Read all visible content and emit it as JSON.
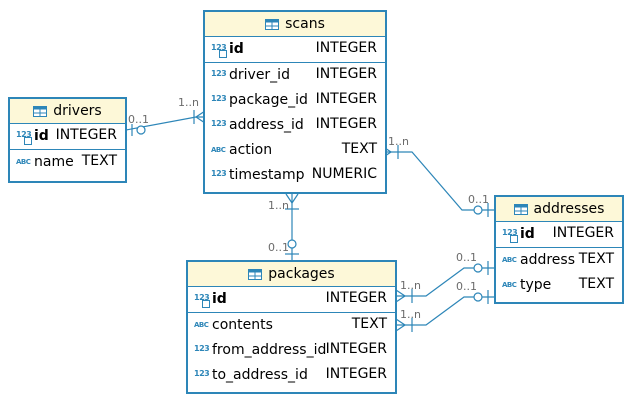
{
  "entities": {
    "scans": {
      "title": "scans",
      "pk": {
        "icon": "numeric-key-icon",
        "name": "id",
        "type": "INTEGER"
      },
      "columns": [
        {
          "icon": "numeric-icon",
          "name": "driver_id",
          "type": "INTEGER"
        },
        {
          "icon": "numeric-icon",
          "name": "package_id",
          "type": "INTEGER"
        },
        {
          "icon": "numeric-icon",
          "name": "address_id",
          "type": "INTEGER"
        },
        {
          "icon": "text-icon",
          "name": "action",
          "type": "TEXT"
        },
        {
          "icon": "numeric-icon",
          "name": "timestamp",
          "type": "NUMERIC"
        }
      ]
    },
    "drivers": {
      "title": "drivers",
      "pk": {
        "icon": "numeric-key-icon",
        "name": "id",
        "type": "INTEGER"
      },
      "columns": [
        {
          "icon": "text-icon",
          "name": "name",
          "type": "TEXT"
        }
      ]
    },
    "addresses": {
      "title": "addresses",
      "pk": {
        "icon": "numeric-key-icon",
        "name": "id",
        "type": "INTEGER"
      },
      "columns": [
        {
          "icon": "text-icon",
          "name": "address",
          "type": "TEXT"
        },
        {
          "icon": "text-icon",
          "name": "type",
          "type": "TEXT"
        }
      ]
    },
    "packages": {
      "title": "packages",
      "pk": {
        "icon": "numeric-key-icon",
        "name": "id",
        "type": "INTEGER"
      },
      "columns": [
        {
          "icon": "text-icon",
          "name": "contents",
          "type": "TEXT"
        },
        {
          "icon": "numeric-icon",
          "name": "from_address_id",
          "type": "INTEGER"
        },
        {
          "icon": "numeric-icon",
          "name": "to_address_id",
          "type": "INTEGER"
        }
      ]
    }
  },
  "icon_text": {
    "numeric": "123",
    "text": "ABC"
  },
  "cardinality": {
    "drivers_side": "0..1",
    "scans_driver_side": "1..n",
    "scans_address_side": "1..n",
    "addresses_scan_side": "0..1",
    "scans_package_side": "1..n",
    "packages_scan_side": "0..1",
    "packages_from_side": "1..n",
    "addresses_from_side": "0..1",
    "packages_to_side": "1..n",
    "addresses_to_side": "0..1"
  },
  "colors": {
    "border": "#2d86b8",
    "header": "#fdf8d8",
    "line": "#2d86b8",
    "label": "#6b6b6b"
  }
}
